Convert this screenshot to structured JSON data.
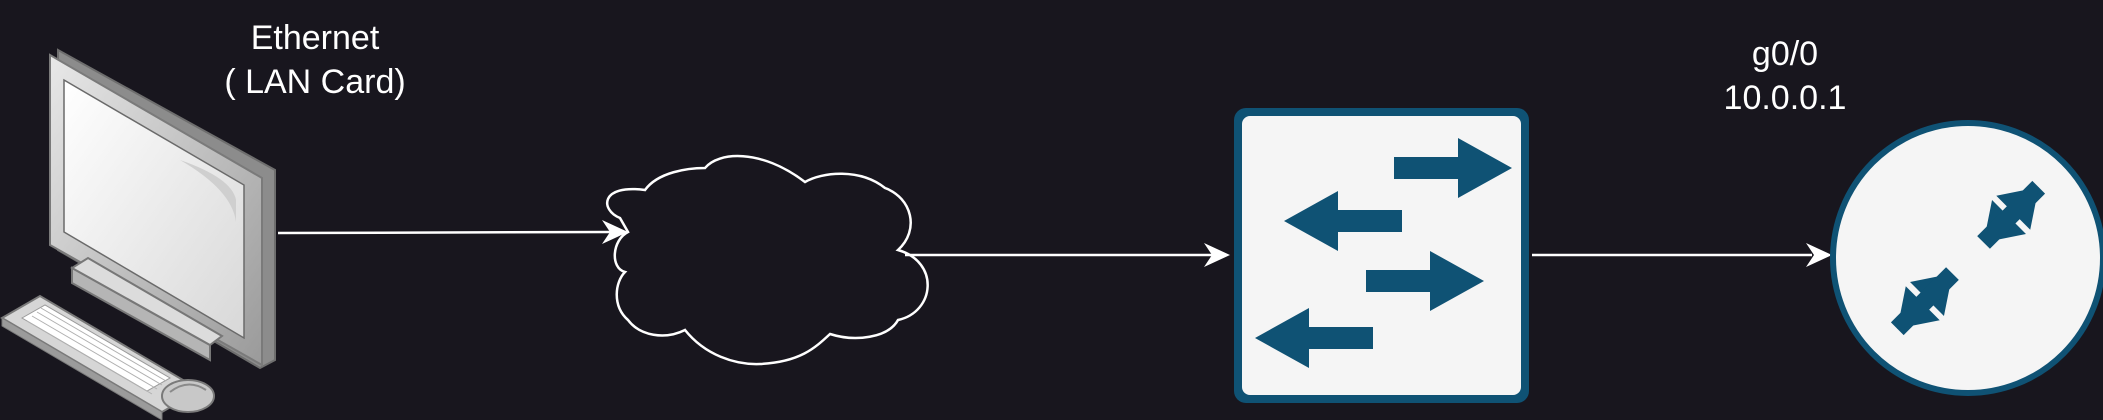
{
  "diagram": {
    "pc": {
      "label_line1": "Ethernet",
      "label_line2": "( LAN Card)",
      "icon": "desktop-computer-icon"
    },
    "cloud": {
      "icon": "cloud-icon"
    },
    "switch": {
      "icon": "network-switch-icon"
    },
    "router": {
      "label_line1": "g0/0",
      "label_line2": "10.0.0.1",
      "icon": "router-icon"
    },
    "links": [
      {
        "from": "pc",
        "to": "cloud"
      },
      {
        "from": "cloud",
        "to": "switch"
      },
      {
        "from": "switch",
        "to": "router"
      }
    ],
    "colors": {
      "background": "#18161e",
      "line": "#ffffff",
      "device_blue": "#0f5274",
      "device_fill": "#f5f5f5"
    }
  }
}
